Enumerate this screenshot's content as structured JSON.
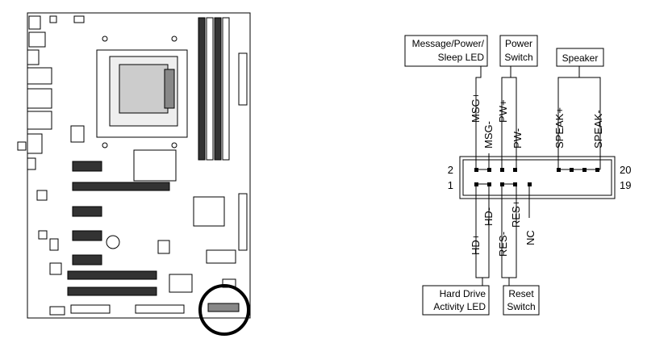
{
  "callouts": {
    "msg_line1": "Message/Power/",
    "msg_line2": "Sleep LED",
    "power_line1": "Power",
    "power_line2": "Switch",
    "speaker": "Speaker",
    "hdd_line1": "Hard Drive",
    "hdd_line2": "Activity LED",
    "reset_line1": "Reset",
    "reset_line2": "Switch"
  },
  "pins_top": {
    "msg_plus": "MSG+",
    "msg_minus": "MSG-",
    "pw_plus": "PW+",
    "pw_minus": "PW-",
    "speak_plus": "SPEAK+",
    "speak_minus": "SPEAK-"
  },
  "pins_bottom": {
    "hd_plus": "HD+",
    "hd_minus": "HD-",
    "res_minus": "RES-",
    "res_plus": "RES+",
    "nc": "NC"
  },
  "pin_numbers": {
    "top_left": "2",
    "bottom_left": "1",
    "top_right": "20",
    "bottom_right": "19"
  },
  "colors": {
    "line": "#000000",
    "board": "#ffffff"
  }
}
